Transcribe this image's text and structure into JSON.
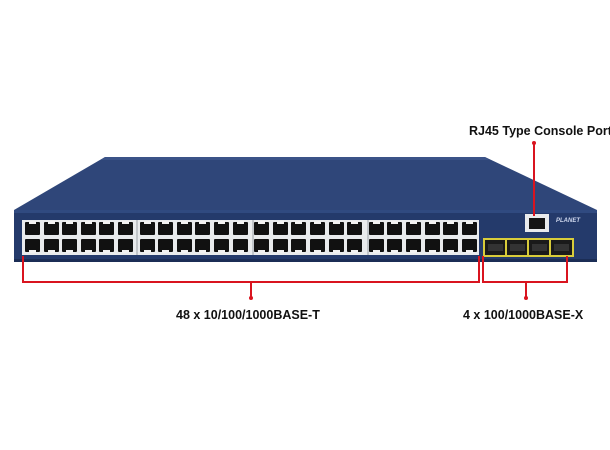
{
  "product": {
    "brand": "PLANET",
    "rj45_port_count": 48,
    "sfp_port_count": 4,
    "colors": {
      "chassis": "#2c4377",
      "front_panel": "#243a6b",
      "port_block": "#e9ebed",
      "callout_line": "#d9141f",
      "sfp_frame": "#d8cc3a"
    }
  },
  "callouts": {
    "console": "RJ45 Type Console Port",
    "rj45": "48 x 10/100/1000BASE-T",
    "sfp": "4 x 100/1000BASE-X"
  }
}
